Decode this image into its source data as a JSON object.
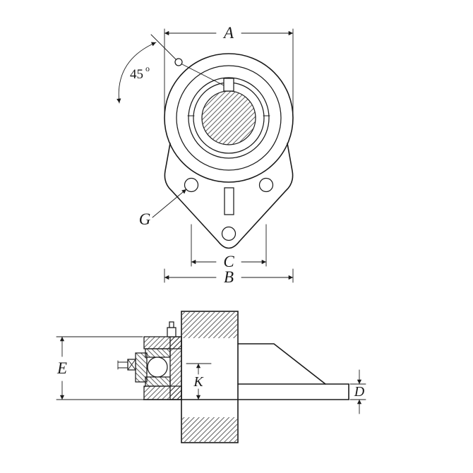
{
  "colors": {
    "background": "#ffffff",
    "line": "#1a1a1a"
  },
  "drawing": {
    "labels": {
      "dim_a": "A",
      "dim_b": "B",
      "dim_c": "C",
      "dim_g": "G",
      "dim_e": "E",
      "dim_k": "K",
      "dim_d": "D",
      "angle_value": "45",
      "angle_degree": "o"
    }
  }
}
